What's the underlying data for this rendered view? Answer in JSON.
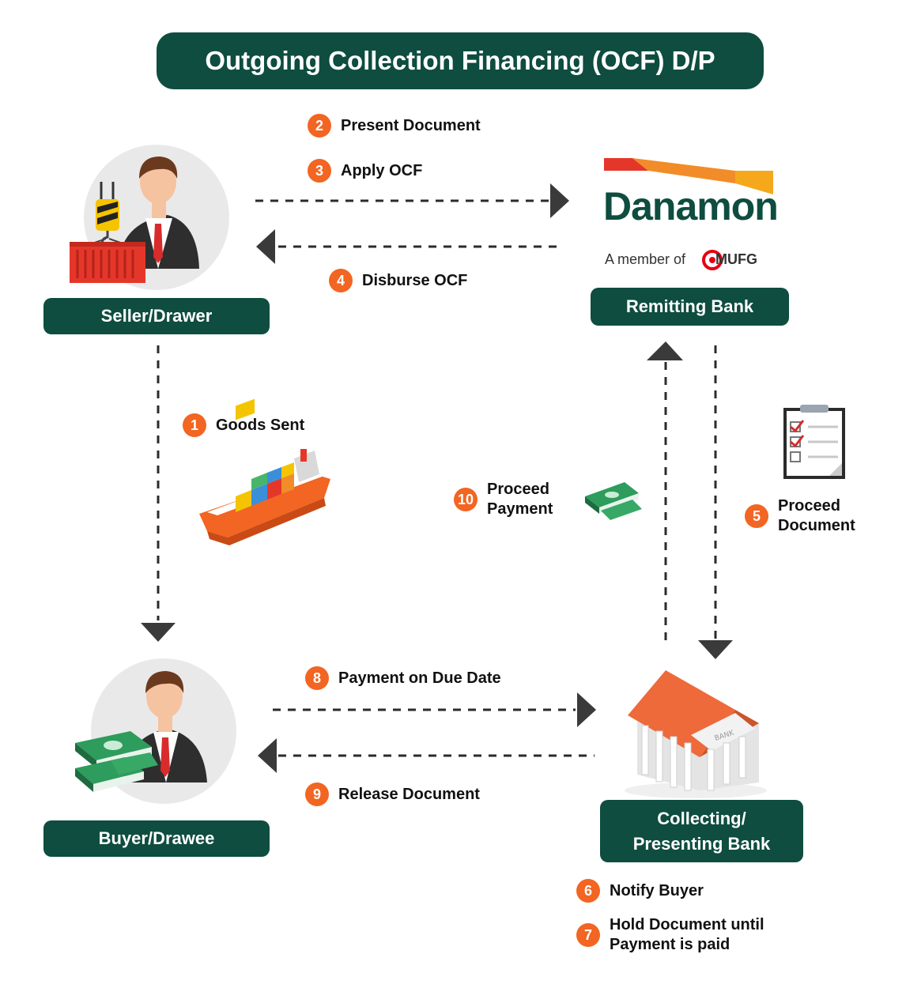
{
  "title": "Outgoing Collection Financing (OCF) D/P",
  "parties": {
    "seller": "Seller/Drawer",
    "remitting": "Remitting Bank",
    "buyer": "Buyer/Drawee",
    "collecting_line1": "Collecting/",
    "collecting_line2": "Presenting Bank"
  },
  "logo": {
    "brand": "Danamon",
    "member_prefix": "A member of",
    "member_brand": "MUFG"
  },
  "steps": {
    "s1": {
      "num": "1",
      "text": "Goods Sent"
    },
    "s2": {
      "num": "2",
      "text": "Present Document"
    },
    "s3": {
      "num": "3",
      "text": "Apply OCF"
    },
    "s4": {
      "num": "4",
      "text": "Disburse OCF"
    },
    "s5": {
      "num": "5",
      "line1": "Proceed",
      "line2": "Document"
    },
    "s6": {
      "num": "6",
      "text": "Notify Buyer"
    },
    "s7": {
      "num": "7",
      "line1": "Hold Document until",
      "line2": "Payment is paid"
    },
    "s8": {
      "num": "8",
      "text": "Payment on Due Date"
    },
    "s9": {
      "num": "9",
      "text": "Release Document"
    },
    "s10": {
      "num": "10",
      "line1": "Proceed",
      "line2": "Payment"
    }
  },
  "colors": {
    "primary_green": "#0e4d3f",
    "badge_orange": "#f26522",
    "arrow_dark": "#3a3a3a"
  },
  "icons": [
    "businessman-icon",
    "shipping-container-icon",
    "crane-hook-icon",
    "cargo-ship-icon",
    "money-stack-icon",
    "clipboard-checklist-icon",
    "bank-building-icon",
    "mufg-logo-icon"
  ]
}
